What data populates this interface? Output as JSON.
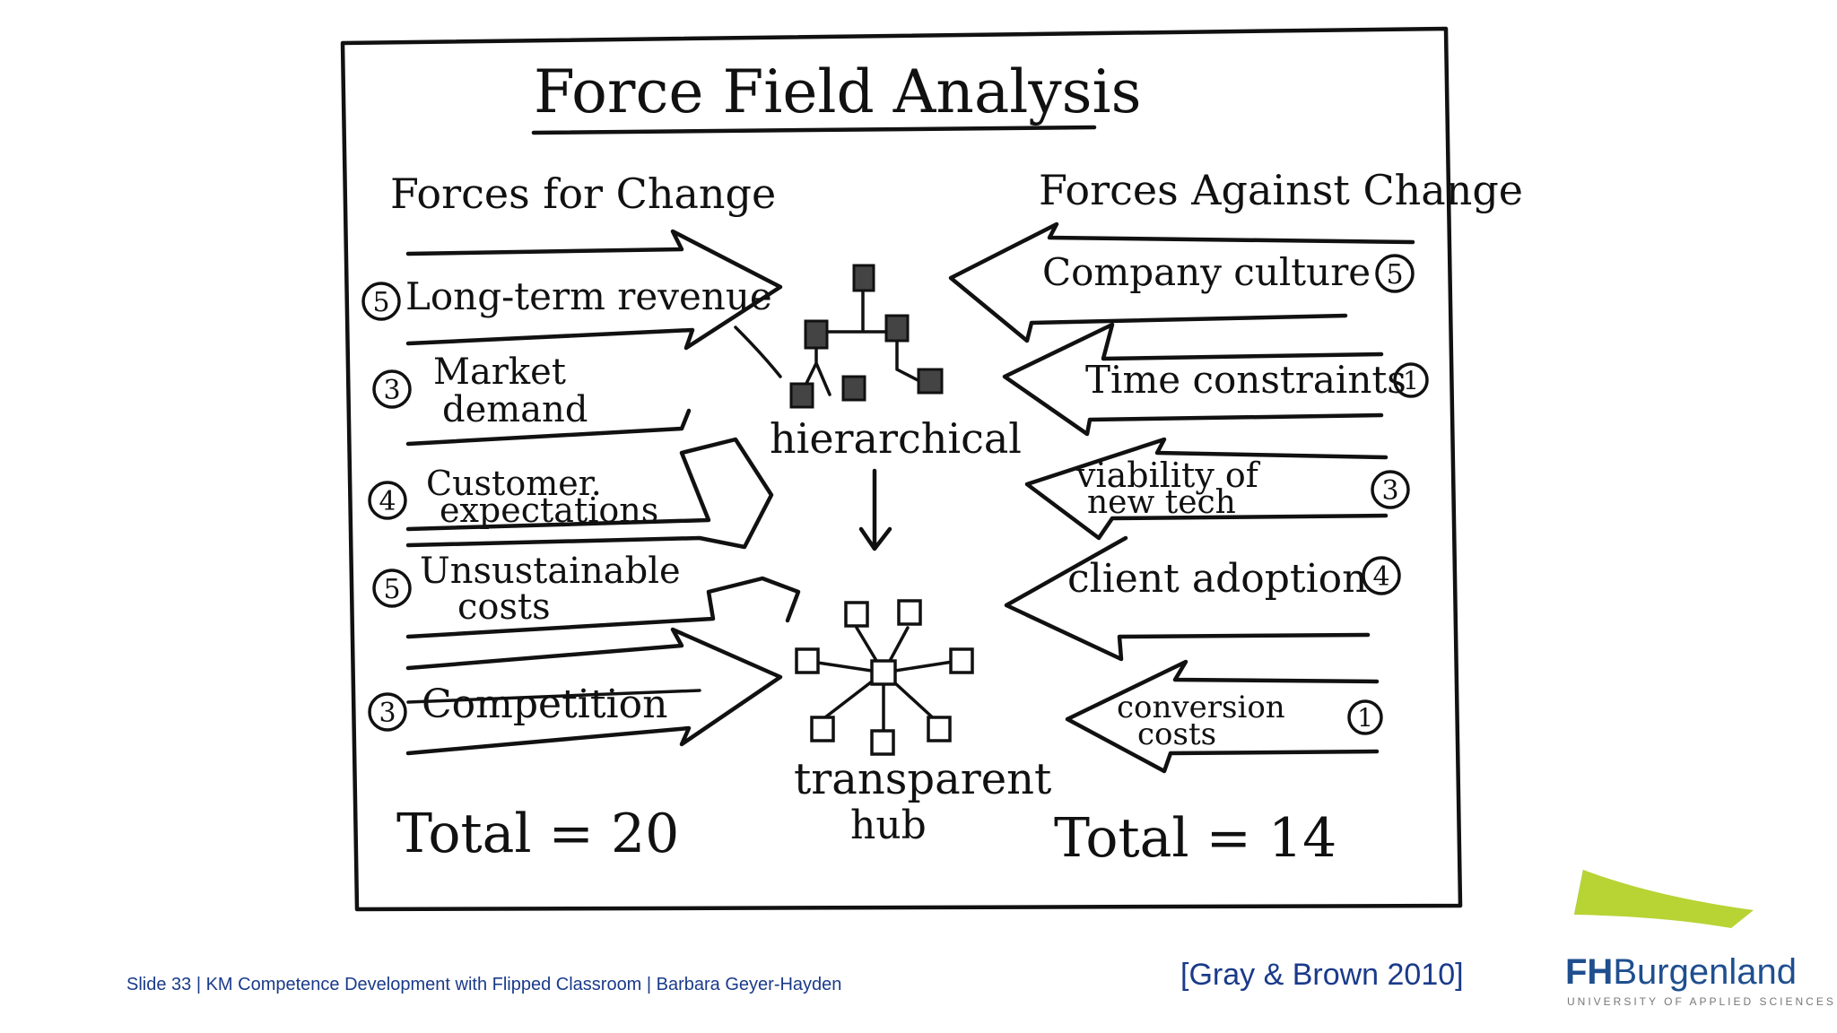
{
  "diagram": {
    "title": "Force Field Analysis",
    "forces_for": {
      "heading": "Forces for Change",
      "items": [
        {
          "score": "5",
          "line1": "Long-term revenue",
          "line2": ""
        },
        {
          "score": "3",
          "line1": "Market",
          "line2": "demand"
        },
        {
          "score": "4",
          "line1": "Customer.",
          "line2": "expectations"
        },
        {
          "score": "5",
          "line1": "Unsustainable",
          "line2": "costs"
        },
        {
          "score": "3",
          "line1": "Competition",
          "line2": ""
        }
      ],
      "total": "Total = 20"
    },
    "forces_against": {
      "heading": "Forces Against Change",
      "items": [
        {
          "score": "5",
          "line1": "Company culture",
          "line2": ""
        },
        {
          "score": "1",
          "line1": "Time constraints",
          "line2": ""
        },
        {
          "score": "3",
          "line1": "viability of",
          "line2": "new tech"
        },
        {
          "score": "4",
          "line1": "client adoption",
          "line2": ""
        },
        {
          "score": "1",
          "line1": "conversion",
          "line2": "costs"
        }
      ],
      "total": "Total = 14"
    },
    "center": {
      "top_label": "hierarchical",
      "bottom_label_1": "transparent",
      "bottom_label_2": "hub"
    }
  },
  "footer": {
    "text": "Slide 33 | KM Competence Development with Flipped Classroom | Barbara Geyer-Hayden",
    "citation": "[Gray & Brown 2010]"
  },
  "logo": {
    "brand_bold": "FH",
    "brand_rest": "Burgenland",
    "tagline": "UNIVERSITY OF APPLIED SCIENCES",
    "colors": {
      "green": "#3a8f3a",
      "light_green": "#b7d23a",
      "blue": "#1f4f8f"
    }
  }
}
